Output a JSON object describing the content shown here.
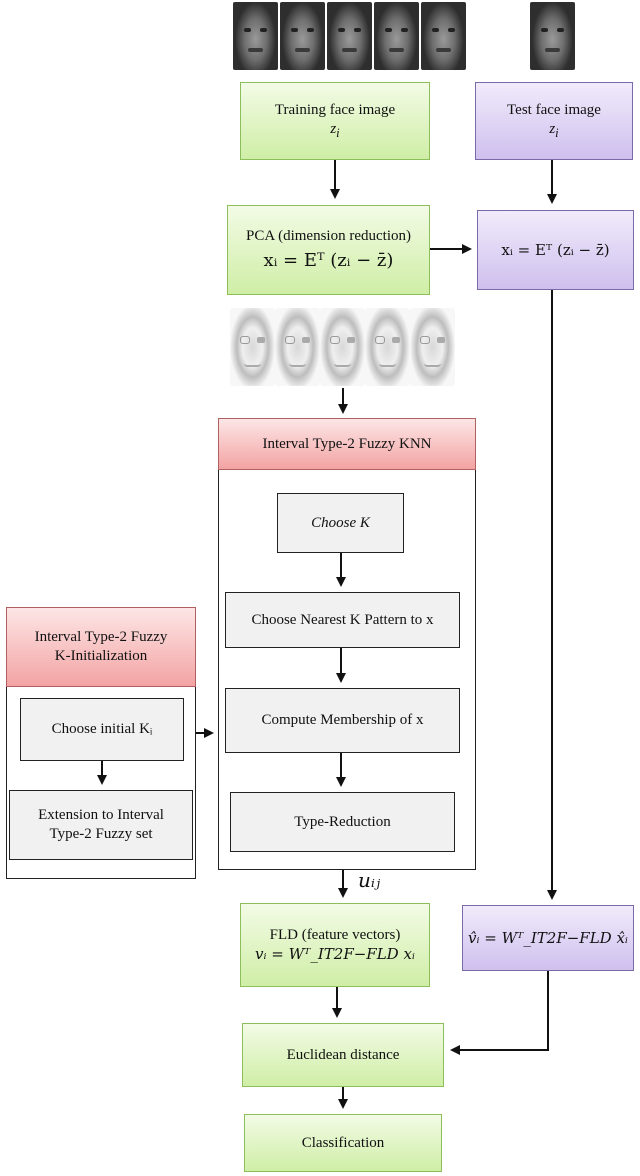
{
  "training_box": {
    "label": "Training face image",
    "var": "z",
    "sub": "i"
  },
  "test_box": {
    "label": "Test face image",
    "var": "z",
    "sub": "i"
  },
  "pca_box": {
    "label": "PCA (dimension reduction)",
    "equation": "xᵢ = Eᵀ (zᵢ − z̄)"
  },
  "test_pca_box": {
    "equation": "xᵢ = Eᵀ (zᵢ − z̄)"
  },
  "knn_header": {
    "label": "Interval Type-2 Fuzzy KNN"
  },
  "knn_steps": [
    {
      "label": "Choose K"
    },
    {
      "label": "Choose Nearest K Pattern to x"
    },
    {
      "label": "Compute Membership of x"
    },
    {
      "label": "Type-Reduction"
    }
  ],
  "init_header": {
    "line1": "Interval Type-2 Fuzzy",
    "line2": "K-Initialization"
  },
  "init_steps": [
    {
      "label": "Choose initial Kᵢ"
    },
    {
      "label": "Extension to Interval Type-2 Fuzzy set"
    }
  ],
  "uij_label": "uᵢⱼ",
  "fld_box": {
    "label": "FLD (feature vectors)",
    "equation": "vᵢ = Wᵀ_IT2F−FLD xᵢ"
  },
  "test_fld_box": {
    "equation": "v̂ᵢ = Wᵀ_IT2F−FLD x̂ᵢ"
  },
  "euclid_box": {
    "label": "Euclidean distance"
  },
  "class_box": {
    "label": "Classification"
  },
  "colors": {
    "green": "#cfeea6",
    "purple": "#cfc0ee",
    "red": "#f3a3a3",
    "gray": "#f1f1f1"
  },
  "image_counts": {
    "training_faces": 5,
    "eigenfaces": 5,
    "test_faces": 1
  }
}
